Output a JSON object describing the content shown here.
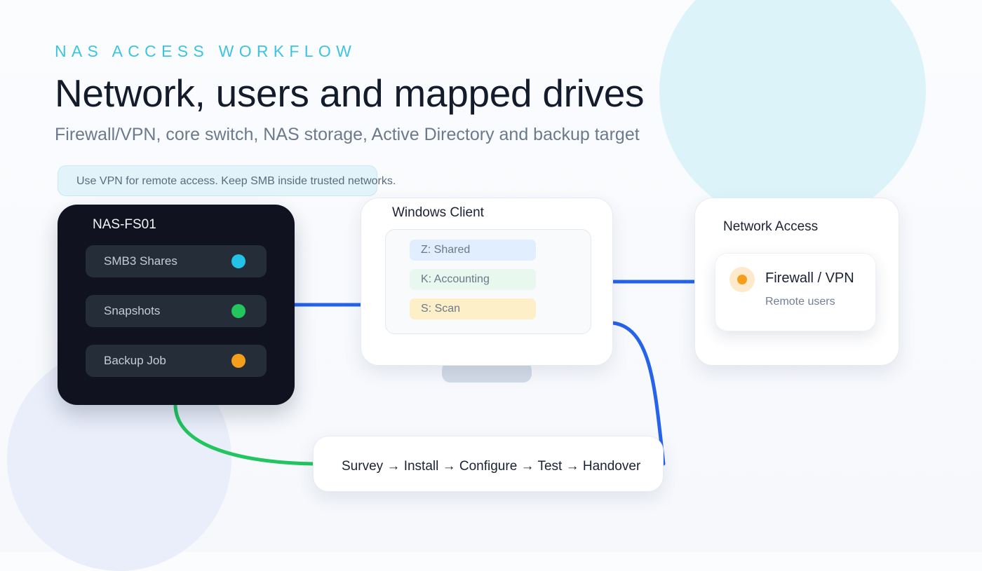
{
  "header": {
    "eyebrow": "NAS ACCESS WORKFLOW",
    "title": "Network, users and mapped drives",
    "subtitle": "Firewall/VPN, core switch, NAS storage, Active Directory and backup target"
  },
  "note": "Use VPN for remote access. Keep SMB inside trusted networks.",
  "nas": {
    "title": "NAS-FS01",
    "items": [
      {
        "label": "SMB3 Shares",
        "status_color": "#22c3e6"
      },
      {
        "label": "Snapshots",
        "status_color": "#22c55e"
      },
      {
        "label": "Backup Job",
        "status_color": "#f59e1b"
      }
    ]
  },
  "client": {
    "title": "Windows Client",
    "drives": [
      "Z: Shared",
      "K: Accounting",
      "S: Scan"
    ]
  },
  "network": {
    "title": "Network Access",
    "firewall": {
      "title": "Firewall / VPN",
      "subtitle": "Remote users",
      "status_color": "#f59e1b"
    }
  },
  "process": {
    "text": "Survey → Install → Configure → Test → Handover"
  },
  "colors": {
    "accent": "#3dc4e0",
    "link_blue": "#2563eb",
    "link_green": "#22c55e"
  }
}
